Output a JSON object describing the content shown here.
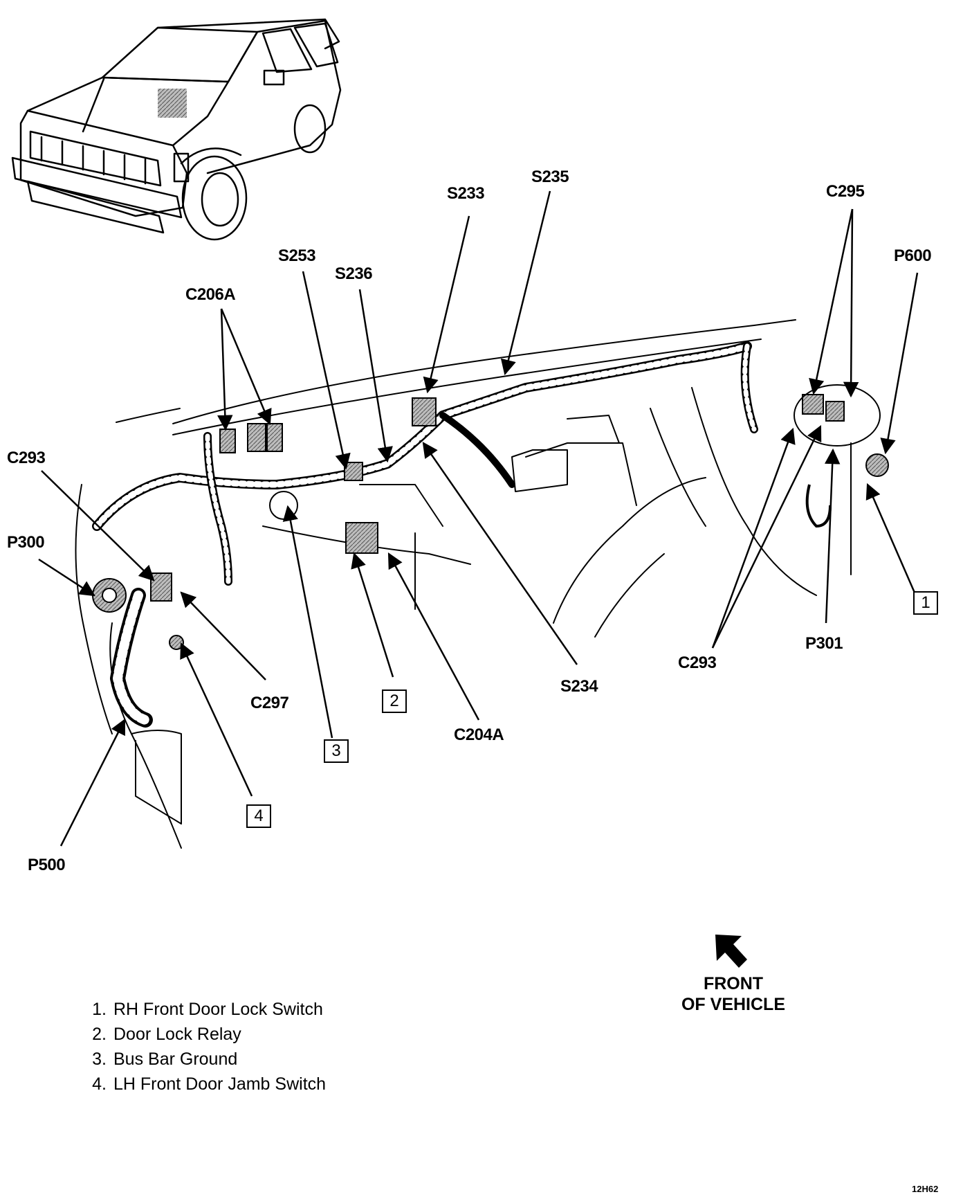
{
  "labels": {
    "s233": "S233",
    "s235": "S235",
    "c295": "C295",
    "p600": "P600",
    "s253": "S253",
    "s236": "S236",
    "c206a": "C206A",
    "c293_left": "C293",
    "p300": "P300",
    "c297": "C297",
    "c204a": "C204A",
    "s234": "S234",
    "c293_right": "C293",
    "p301": "P301",
    "p500": "P500"
  },
  "callouts": {
    "one": "1",
    "two": "2",
    "three": "3",
    "four": "4"
  },
  "legend": [
    {
      "num": "1.",
      "text": "RH Front Door Lock Switch"
    },
    {
      "num": "2.",
      "text": "Door Lock Relay"
    },
    {
      "num": "3.",
      "text": "Bus Bar Ground"
    },
    {
      "num": "4.",
      "text": "LH Front Door Jamb Switch"
    }
  ],
  "front_of_vehicle": {
    "line1": "FRONT",
    "line2": "OF VEHICLE"
  },
  "figure_code": "12H62",
  "colors": {
    "ink": "#000000",
    "shade": "#9a9a9a",
    "paper": "#ffffff"
  }
}
